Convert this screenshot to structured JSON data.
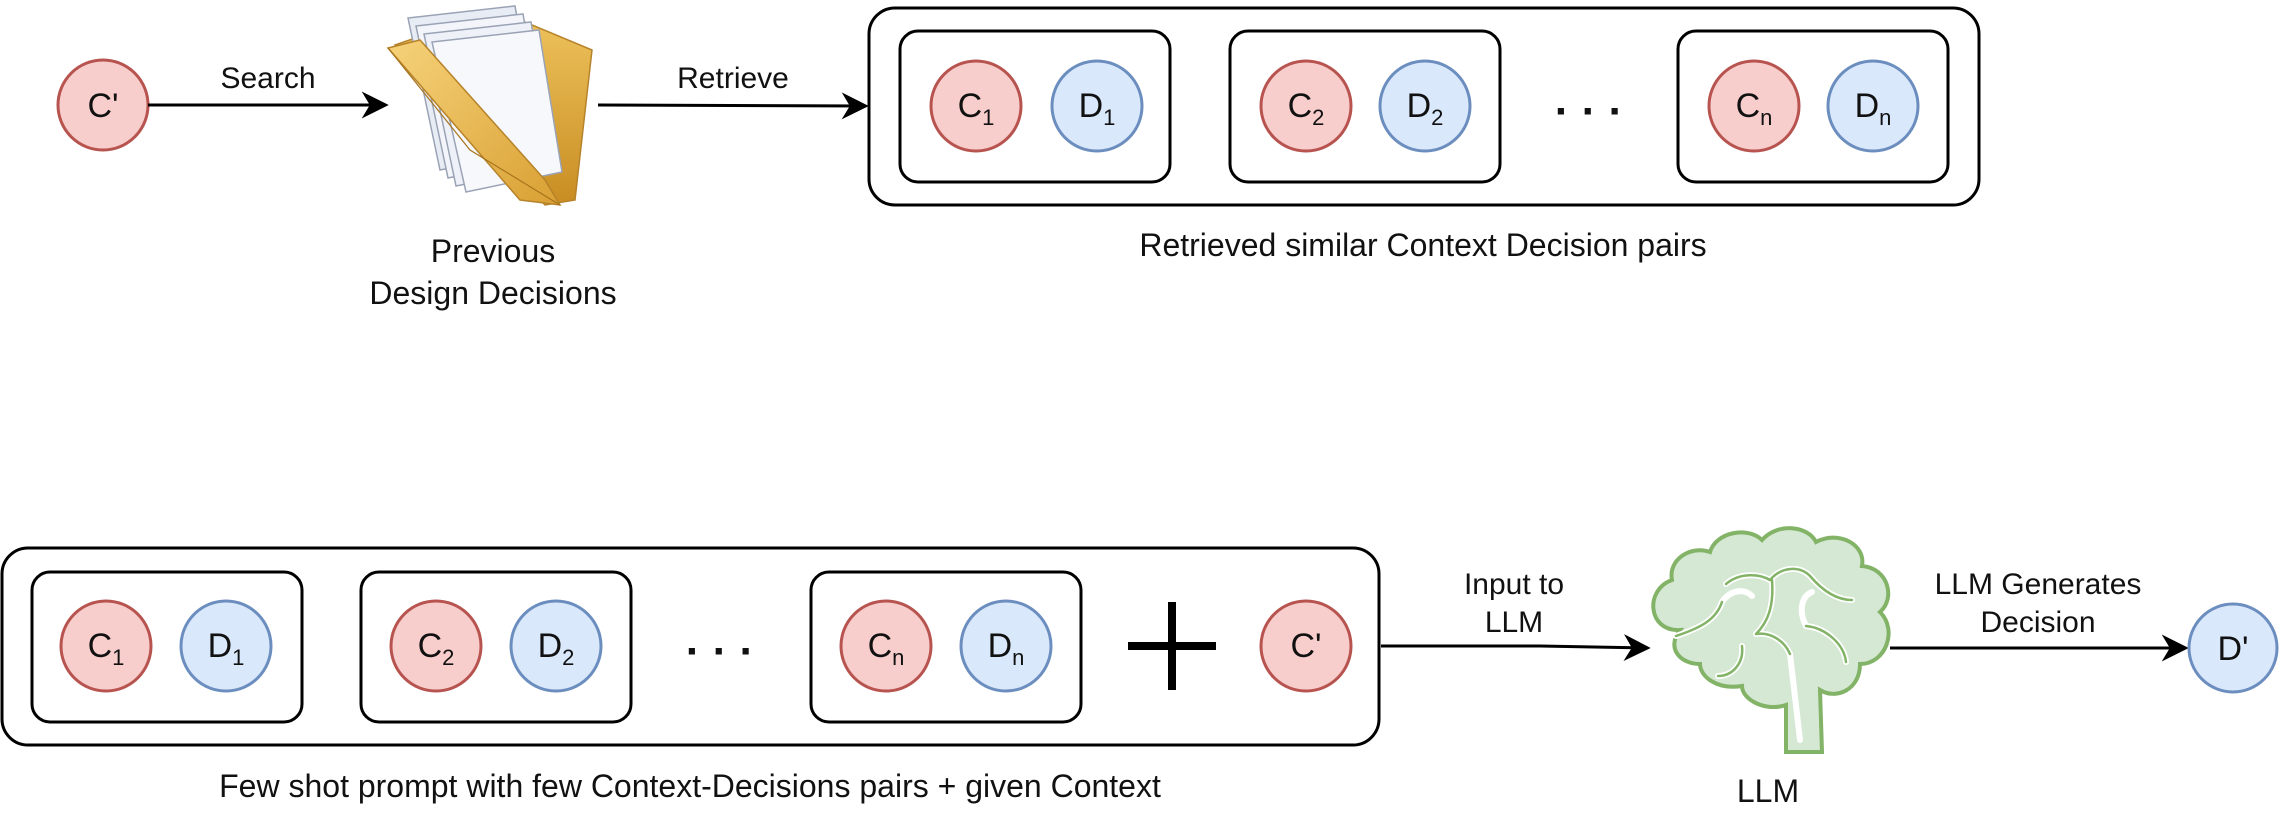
{
  "colors": {
    "context_fill": "#f8cecc",
    "context_stroke": "#b85450",
    "decision_fill": "#dae8fc",
    "decision_stroke": "#6c8ebf",
    "llm_fill": "#d5e8d4",
    "llm_stroke": "#82b366",
    "line": "#000000"
  },
  "icons": {
    "folder": "folder-icon",
    "brain": "brain-icon"
  },
  "top": {
    "query_node": "C'",
    "search_label": "Search",
    "folder_label_1": "Previous",
    "folder_label_2": "Design Decisions",
    "retrieve_label": "Retrieve",
    "pairs": [
      {
        "c": "C",
        "c_sub": "1",
        "d": "D",
        "d_sub": "1"
      },
      {
        "c": "C",
        "c_sub": "2",
        "d": "D",
        "d_sub": "2"
      },
      {
        "c": "C",
        "c_sub": "n",
        "d": "D",
        "d_sub": "n"
      }
    ],
    "ellipsis": "· · ·",
    "caption": "Retrieved similar Context Decision pairs"
  },
  "bottom": {
    "pairs": [
      {
        "c": "C",
        "c_sub": "1",
        "d": "D",
        "d_sub": "1"
      },
      {
        "c": "C",
        "c_sub": "2",
        "d": "D",
        "d_sub": "2"
      },
      {
        "c": "C",
        "c_sub": "n",
        "d": "D",
        "d_sub": "n"
      }
    ],
    "ellipsis": "· · ·",
    "plus": "+",
    "query_node": "C'",
    "caption": "Few shot prompt with few Context-Decisions pairs + given Context",
    "input_label_1": "Input to",
    "input_label_2": "LLM",
    "llm_label": "LLM",
    "generates_label_1": "LLM Generates",
    "generates_label_2": "Decision",
    "output_node": "D'"
  }
}
